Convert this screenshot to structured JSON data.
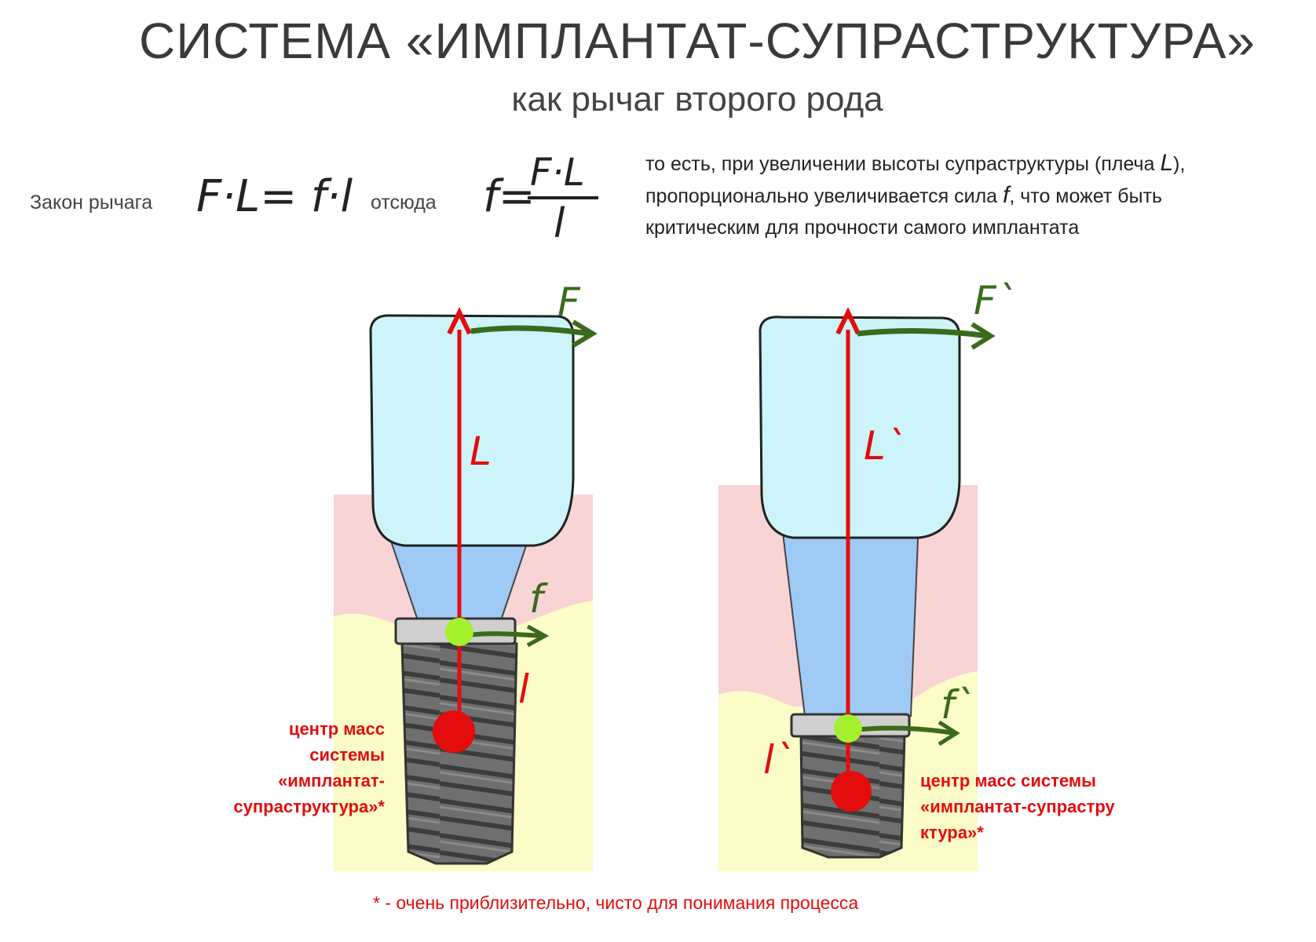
{
  "header": {
    "title": "СИСТЕМА «ИМПЛАНТАТ-СУПРАСТРУКТУРА»",
    "subtitle": "как рычаг второго рода"
  },
  "formula": {
    "law_label": "Закон рычага",
    "law_expr": "F·L= f·l",
    "hence_label": "отсюда",
    "lhs": "f=",
    "numerator": "F·L",
    "denominator": "l"
  },
  "explanation": {
    "part1": "то есть, при увеличении высоты супраструктуры (плеча ",
    "sym_L": "L",
    "part2": "),",
    "part3": "пропорционально увеличивается сила ",
    "sym_f": "f",
    "part4": ", что может быть",
    "part5": "критическим для прочности самого имплантата"
  },
  "left_diagram": {
    "force_top": "F",
    "force_bottom": "f",
    "lever_long": "L",
    "lever_short": "l",
    "center_label": [
      "центр масс",
      "системы",
      "«имплантат-",
      "супраструктура»*"
    ]
  },
  "right_diagram": {
    "force_top": "F`",
    "force_bottom": "f`",
    "lever_long": "L`",
    "lever_short": "l`",
    "center_label": [
      "центр масс системы",
      "«имплантат-супрастру",
      "ктура»*"
    ]
  },
  "footnote": "*  - очень приблизительно, чисто для понимания процесса",
  "colors": {
    "crown": "#cdf4f8",
    "abutment": "#9fcaf5",
    "gum": "#f8d4d4",
    "bone": "#fcfcc8",
    "implant": "#707070",
    "red": "#e30d0d",
    "green": "#3a6b1c",
    "lime": "#a4f02c"
  }
}
